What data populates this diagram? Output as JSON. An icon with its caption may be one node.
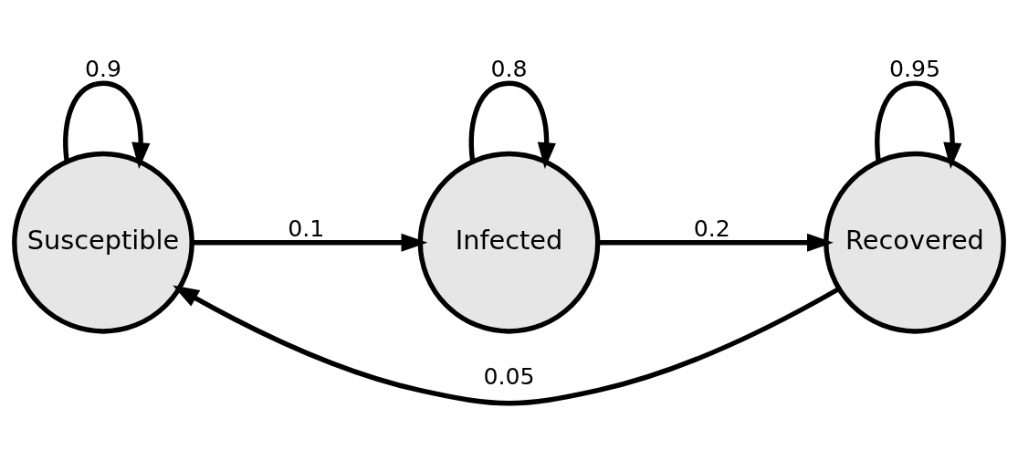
{
  "diagram": {
    "nodes": [
      {
        "text": [
          "Susceptible"
        ]
      },
      {
        "text": [
          "Infected"
        ]
      },
      {
        "text": [
          "Recovered"
        ]
      }
    ],
    "edges": [
      {
        "from": 0,
        "to": 0,
        "arrow": "to",
        "label": "0.9"
      },
      {
        "from": 0,
        "to": 1,
        "arrow": "to",
        "label": "0.1"
      },
      {
        "from": 1,
        "to": 1,
        "arrow": "to",
        "label": "0.8"
      },
      {
        "from": 1,
        "to": 2,
        "arrow": "to",
        "label": "0.2"
      },
      {
        "from": 2,
        "to": 0,
        "arrow": "to",
        "label": "0.05"
      },
      {
        "from": 2,
        "to": 2,
        "arrow": "to",
        "label": "0.95"
      }
    ]
  }
}
